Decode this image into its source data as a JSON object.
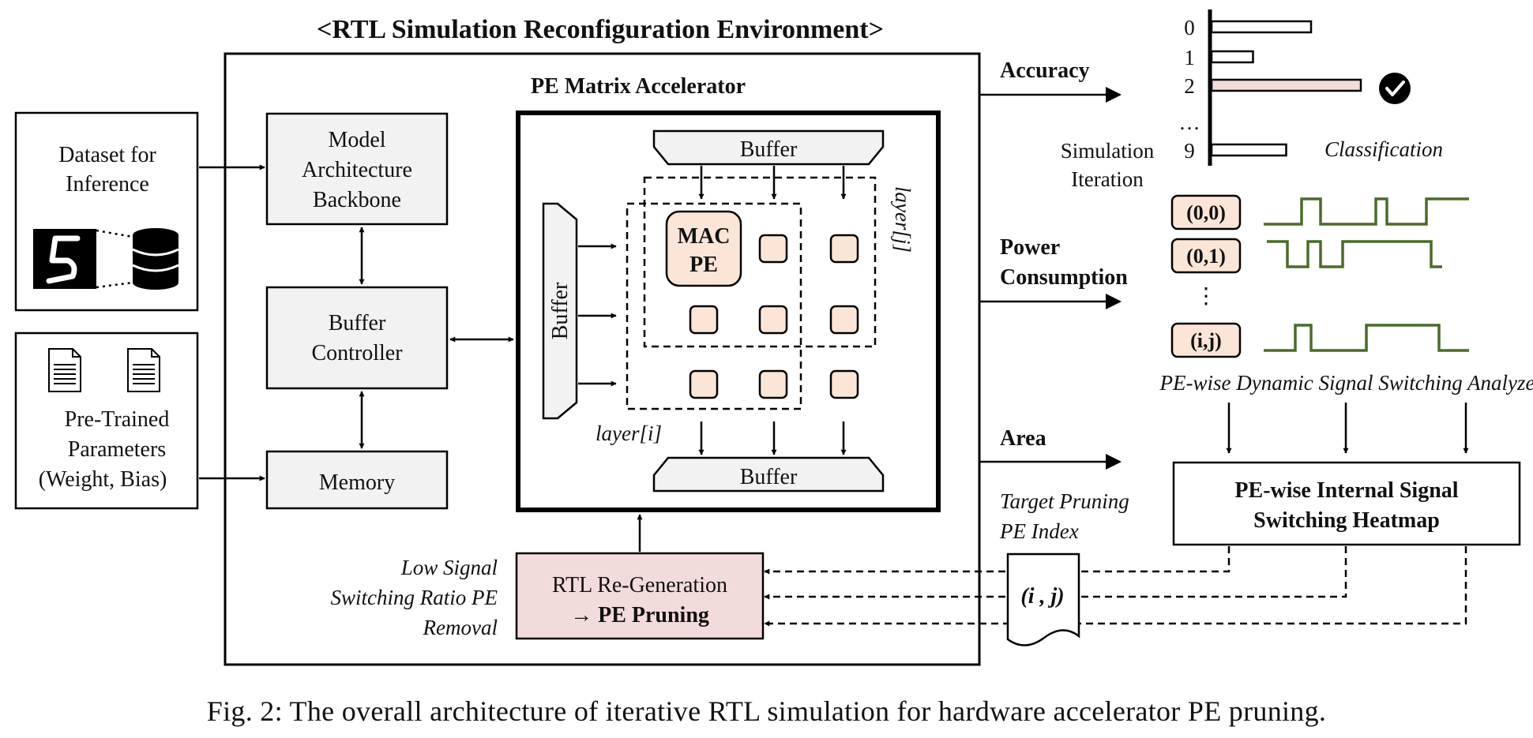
{
  "title": "<RTL Simulation Reconfiguration Environment>",
  "inputs": {
    "dataset_line1": "Dataset for",
    "dataset_line2": "Inference",
    "params_line1": "Pre-Trained",
    "params_line2": "Parameters",
    "params_line3": "(Weight, Bias)"
  },
  "blocks": {
    "model_line1": "Model",
    "model_line2": "Architecture",
    "model_line3": "Backbone",
    "buffer_ctrl_line1": "Buffer",
    "buffer_ctrl_line2": "Controller",
    "memory": "Memory"
  },
  "accelerator": {
    "title": "PE Matrix Accelerator",
    "top_buffer": "Buffer",
    "left_buffer": "Buffer",
    "bottom_buffer": "Buffer",
    "mac_line1": "MAC",
    "mac_line2": "PE",
    "layer_i": "layer[i]",
    "layer_j": "layer[j]"
  },
  "regen": {
    "line1": "RTL Re-Generation",
    "arrow": "→",
    "line2": "PE Pruning",
    "note_line1": "Low Signal",
    "note_line2": "Switching Ratio PE",
    "note_line3": "Removal"
  },
  "outputs": {
    "accuracy": "Accuracy",
    "power_line1": "Power",
    "power_line2": "Consumption",
    "area": "Area"
  },
  "classification": {
    "labels": [
      "0",
      "1",
      "2",
      "…",
      "9"
    ],
    "values": [
      0.6,
      0.25,
      0.9,
      null,
      0.45
    ],
    "highlight_index": 2,
    "highlight_color": "#f2dcdb",
    "sim_line1": "Simulation",
    "sim_line2": "Iteration",
    "caption": "Classification"
  },
  "signals": {
    "pe_indices": [
      "(0,0)",
      "(0,1)",
      "⋮",
      "(i,j)"
    ],
    "waveform_color": "#4a6b2a",
    "analyze_label": "PE-wise Dynamic Signal Switching Analyze"
  },
  "heatmap": {
    "line1": "PE-wise Internal Signal",
    "line2": "Switching Heatmap"
  },
  "pruning_index": {
    "label_line1": "Target Pruning",
    "label_line2": "PE Index",
    "value": "(i , j)"
  },
  "colors": {
    "block_fill": "#f2f2f2",
    "pe_fill": "#fbe5d6",
    "regen_fill": "#f2dcdb"
  },
  "caption": "Fig. 2: The overall architecture of iterative RTL simulation for hardware accelerator PE pruning."
}
